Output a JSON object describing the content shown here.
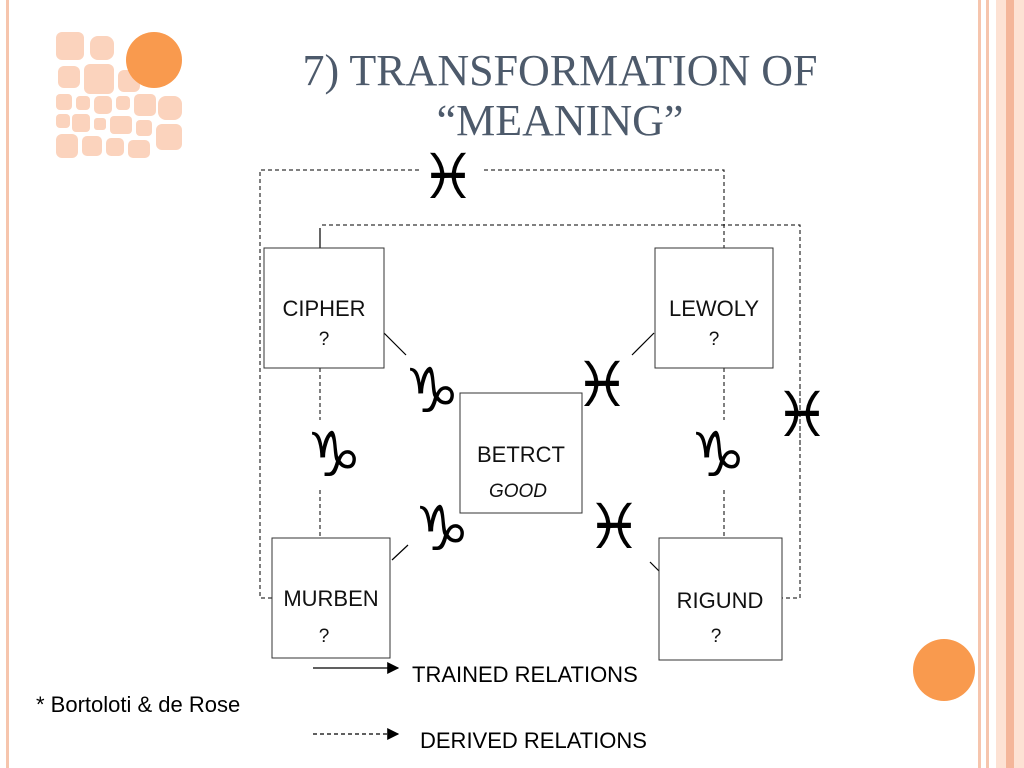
{
  "slide": {
    "title_line1": "7) TRANSFORMATION OF",
    "title_line2": "“MEANING”",
    "footnote": "* Bortoloti & de Rose"
  },
  "boxes": {
    "cipher": {
      "name": "CIPHER",
      "value": "?"
    },
    "lewoly": {
      "name": "LEWOLY",
      "value": "?"
    },
    "betrct": {
      "name": "BETRCT",
      "value": "GOOD"
    },
    "murben": {
      "name": "MURBEN",
      "value": "?"
    },
    "rigund": {
      "name": "RIGUND",
      "value": "?"
    }
  },
  "symbols": {
    "pisces": "♓",
    "capricorn": "♑"
  },
  "legend": {
    "trained": "TRAINED RELATIONS",
    "derived": "DERIVED RELATIONS"
  },
  "colors": {
    "title": "#4d5a6b",
    "accent_orange": "#f99a4e",
    "accent_peach": "#fbd3bd",
    "stripe_dark": "#f4b69a",
    "stripe_light": "#fde2d4"
  }
}
